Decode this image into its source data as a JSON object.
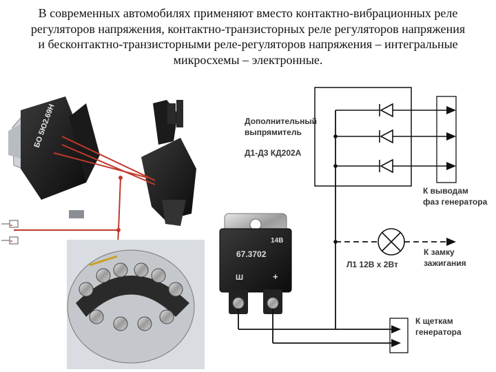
{
  "heading": {
    "lines": [
      "В современных автомобилях применяют вместо контактно-вибрационных реле",
      "регуляторов напряжения, контактно-транзисторных реле регуляторов напряжения",
      "и бесконтактно-транзисторными реле-регуляторов напряжения – интегральные",
      "микросхемы – электронные."
    ]
  },
  "diagram": {
    "rectifier_label": [
      "Дополнительный",
      "выпрямитель"
    ],
    "diode_label": "Д1-Д3 КД202А",
    "phase_label": [
      "К выводам",
      "фаз генератора"
    ],
    "ignition_label": [
      "К замку",
      "зажигания"
    ],
    "lamp_label": "Л1 12В х 2Вт",
    "brush_label": [
      "К щеткам",
      "генератора"
    ]
  },
  "regulator_chip": {
    "voltage": "14В",
    "model": "67.3702",
    "terminal_left": "Ш",
    "terminal_right": "+"
  },
  "photo_module": {
    "text": "БО 5Ю2.69Н"
  }
}
